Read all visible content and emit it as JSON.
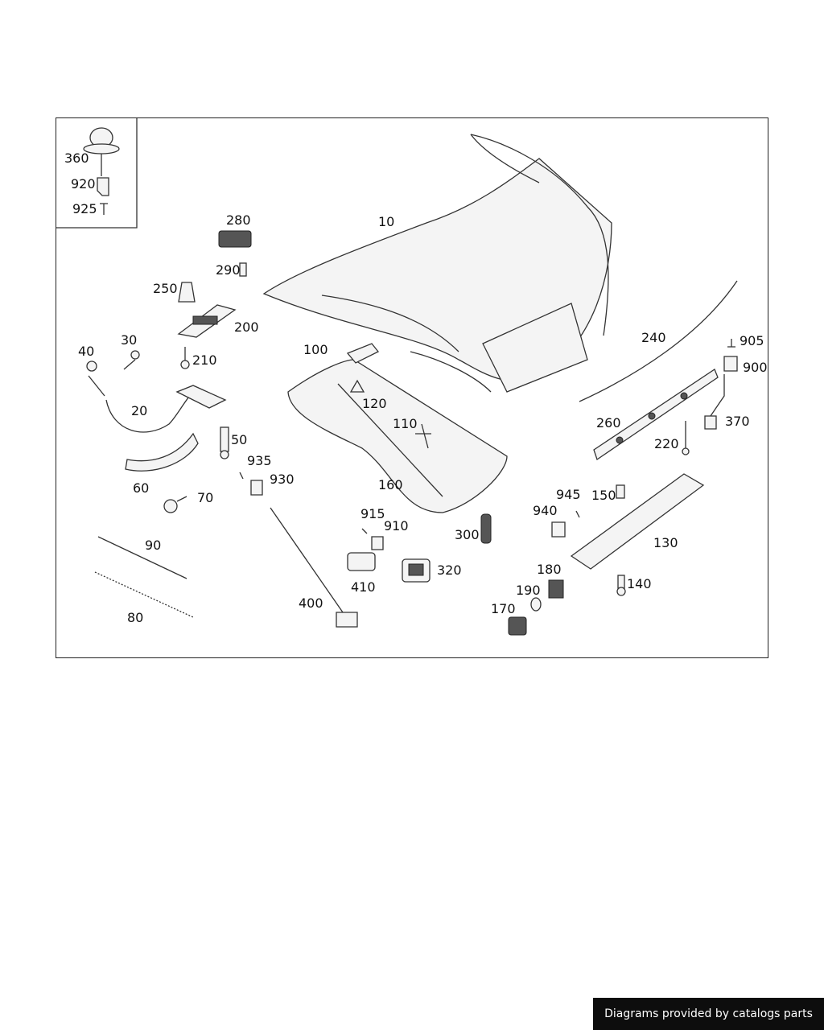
{
  "diagram": {
    "parts": [
      {
        "id": "10",
        "label": "10"
      },
      {
        "id": "20",
        "label": "20"
      },
      {
        "id": "30",
        "label": "30"
      },
      {
        "id": "40",
        "label": "40"
      },
      {
        "id": "50",
        "label": "50"
      },
      {
        "id": "60",
        "label": "60"
      },
      {
        "id": "70",
        "label": "70"
      },
      {
        "id": "80",
        "label": "80"
      },
      {
        "id": "90",
        "label": "90"
      },
      {
        "id": "100",
        "label": "100"
      },
      {
        "id": "110",
        "label": "110"
      },
      {
        "id": "120",
        "label": "120"
      },
      {
        "id": "130",
        "label": "130"
      },
      {
        "id": "140",
        "label": "140"
      },
      {
        "id": "150",
        "label": "150"
      },
      {
        "id": "160",
        "label": "160"
      },
      {
        "id": "170",
        "label": "170"
      },
      {
        "id": "180",
        "label": "180"
      },
      {
        "id": "190",
        "label": "190"
      },
      {
        "id": "200",
        "label": "200"
      },
      {
        "id": "210",
        "label": "210"
      },
      {
        "id": "220",
        "label": "220"
      },
      {
        "id": "240",
        "label": "240"
      },
      {
        "id": "250",
        "label": "250"
      },
      {
        "id": "260",
        "label": "260"
      },
      {
        "id": "280",
        "label": "280"
      },
      {
        "id": "290",
        "label": "290"
      },
      {
        "id": "300",
        "label": "300"
      },
      {
        "id": "320",
        "label": "320"
      },
      {
        "id": "360",
        "label": "360"
      },
      {
        "id": "370",
        "label": "370"
      },
      {
        "id": "400",
        "label": "400"
      },
      {
        "id": "410",
        "label": "410"
      },
      {
        "id": "900",
        "label": "900"
      },
      {
        "id": "905",
        "label": "905"
      },
      {
        "id": "910",
        "label": "910"
      },
      {
        "id": "915",
        "label": "915"
      },
      {
        "id": "920",
        "label": "920"
      },
      {
        "id": "925",
        "label": "925"
      },
      {
        "id": "930",
        "label": "930"
      },
      {
        "id": "935",
        "label": "935"
      },
      {
        "id": "940",
        "label": "940"
      },
      {
        "id": "945",
        "label": "945"
      }
    ]
  },
  "footer": {
    "credit": "Diagrams provided by catalogs parts"
  }
}
